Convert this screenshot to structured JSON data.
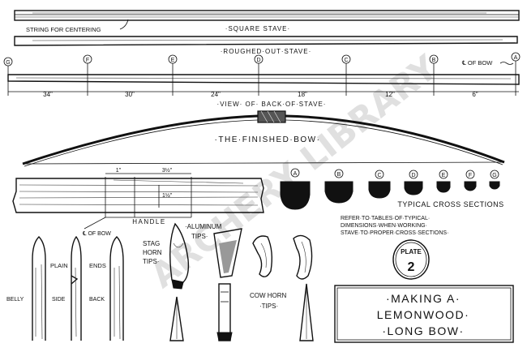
{
  "labels": {
    "string_for_centering": "STRING FOR CENTERING",
    "square_stave": "·SQUARE STAVE·",
    "roughed_out_stave": "·ROUGHED·OUT·STAVE·",
    "view_of_back": "·VIEW· OF· BACK·OF·STAVE·",
    "finished_bow": "·THE·FINISHED·BOW·",
    "center_of_bow_top": "℄ OF BOW",
    "handle": "HANDLE",
    "center_of_bow_handle": "℄ OF BOW",
    "dim_1in": "1\"",
    "dim_3_2in": "3½\"",
    "dim_1_5in": "1½\"",
    "typical_cross_sections": "TYPICAL CROSS  SECTIONS",
    "refer_line1": "REFER·TO·TABLES·OF·TYPICAL·",
    "refer_line2": "DIMENSIONS·WHEN·WORKING·",
    "refer_line3": "STAVE·TO·PROPER·CROSS·SECTIONS·",
    "plain": "PLAIN",
    "ends": "ENDS",
    "belly": "BELLY",
    "side": "SIDE",
    "back": "BACK",
    "stag_horn_tips": [
      "STAG",
      "HORN",
      "TIPS·"
    ],
    "aluminum_tips": [
      "·ALUMINUM",
      "TIPS·"
    ],
    "cow_horn_tips": [
      "COW HORN",
      "·TIPS·"
    ],
    "plate_word": "PLATE",
    "plate_number": "2",
    "title_lines": [
      "·MAKING A·",
      "LEMONWOOD·",
      "·LONG BOW·"
    ],
    "watermark": "ARCHERY LIBRARY"
  },
  "stations": [
    {
      "letter": "G"
    },
    {
      "letter": "F"
    },
    {
      "letter": "E"
    },
    {
      "letter": "D"
    },
    {
      "letter": "C"
    },
    {
      "letter": "B"
    },
    {
      "letter": "A"
    }
  ],
  "spacings": [
    "34\"",
    "30\"",
    "24\"",
    "18\"",
    "12\"",
    "6\""
  ],
  "cross_sections": [
    "A",
    "B",
    "C",
    "D",
    "E",
    "F",
    "G"
  ]
}
